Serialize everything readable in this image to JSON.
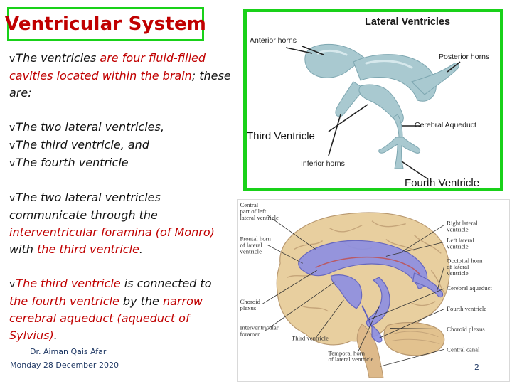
{
  "slide": {
    "title": "Ventricular System",
    "footer": {
      "author": "Dr. Aiman Qais Afar",
      "date": "Monday 28 December 2020",
      "page": "2"
    }
  },
  "paragraphs": {
    "p1": {
      "bullet": "v",
      "a": "The ventricles ",
      "b": "are four fluid-filled cavities located within the brain",
      "c": "; these are:"
    },
    "p2": [
      {
        "bullet": "v",
        "a": "The two lateral ventricles",
        "b": ","
      },
      {
        "bullet": "v",
        "a": "The third ventricle",
        "b": ", and"
      },
      {
        "bullet": "v",
        "a": "The fourth ventricle",
        "b": ""
      }
    ],
    "p3": {
      "bullet": "v",
      "a": "The two lateral ventricles ",
      "b": "communicate through the ",
      "c": "interventricular foramina (of Monro)",
      "d": " with ",
      "e": "the third ventricle",
      "f": "."
    },
    "p4": {
      "bullet": "v",
      "a": "The third ventricle",
      "b": " is connected to ",
      "c": "the fourth ventricle",
      "d": " by the ",
      "e": "narrow cerebral aqueduct (aqueduct of Sylvius)",
      "f": "."
    }
  },
  "figure_top": {
    "labels": {
      "lateral": "Lateral Ventricles",
      "anterior": "Anterior horns",
      "posterior": "Posterior horns",
      "aqueduct": "Cerebral Aqueduct",
      "third": "Third Ventricle",
      "inferior": "Inferior horns",
      "fourth": "Fourth Ventricle"
    },
    "colors": {
      "ventricle": "#9fc3cb",
      "frame": "#19d119"
    }
  },
  "figure_bottom": {
    "labels_left": {
      "central1": "Central",
      "central2": "part of left",
      "central3": "lateral ventricle",
      "frontal1": "Frontal horn",
      "frontal2": "of lateral",
      "frontal3": "ventricle",
      "choroid1": "Choroid",
      "choroid2": "plexus",
      "inter1": "Interventricular",
      "inter2": "foramen",
      "third": "Third ventricle",
      "temporal1": "Temporal horn",
      "temporal2": "of lateral ventricle"
    },
    "labels_right": {
      "right1": "Right lateral",
      "right2": "ventricle",
      "left1": "Left lateral",
      "left2": "ventricle",
      "occ1": "Occipital horn",
      "occ2": "of lateral",
      "occ3": "ventricle",
      "aqueduct": "Cerebral aqueduct",
      "fourth": "Fourth ventricle",
      "choroid": "Choroid plexus",
      "canal": "Central canal"
    },
    "colors": {
      "brain": "#e9cfa0",
      "ventricle": "#8d8fe0"
    }
  }
}
